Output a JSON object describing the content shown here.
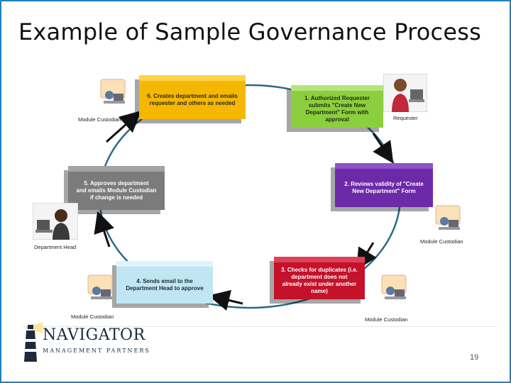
{
  "slide": {
    "title": "Example of Sample Governance Process",
    "page_number": "19"
  },
  "steps": [
    {
      "id": "step1",
      "text": "1. Authorized Requester\nsubmits \"Create New\nDepartment\" Form with\napproval",
      "color": "#8ccf3e"
    },
    {
      "id": "step2",
      "text": "2. Reviews validity of \"Create\nNew Department\" Form",
      "color": "#6c2aa8"
    },
    {
      "id": "step3",
      "text": "3. Checks for duplicates (i.e.\ndepartment does not\nalready exist under another\nname)",
      "color": "#c3122a"
    },
    {
      "id": "step4",
      "text": "4. Sends email to the\nDepartment Head to approve",
      "color": "#bfe6f2"
    },
    {
      "id": "step5",
      "text": "5. Approves department\nand emails Module Custodian\nif change is needed",
      "color": "#7b7b7b"
    },
    {
      "id": "step6",
      "text": "6. Creates department and emails\nrequester and others as needed",
      "color": "#f5b800"
    }
  ],
  "roles": {
    "requester": "Requester",
    "department_head": "Department Head",
    "custodian_right": "Module Custodian",
    "custodian_bottom_right": "Module Custodian",
    "custodian_bottom_left": "Module Custodian",
    "custodian_top_left": "Module Custodian"
  },
  "logo": {
    "name": "NAVIGATOR",
    "subtitle": "MANAGEMENT PARTNERS"
  }
}
